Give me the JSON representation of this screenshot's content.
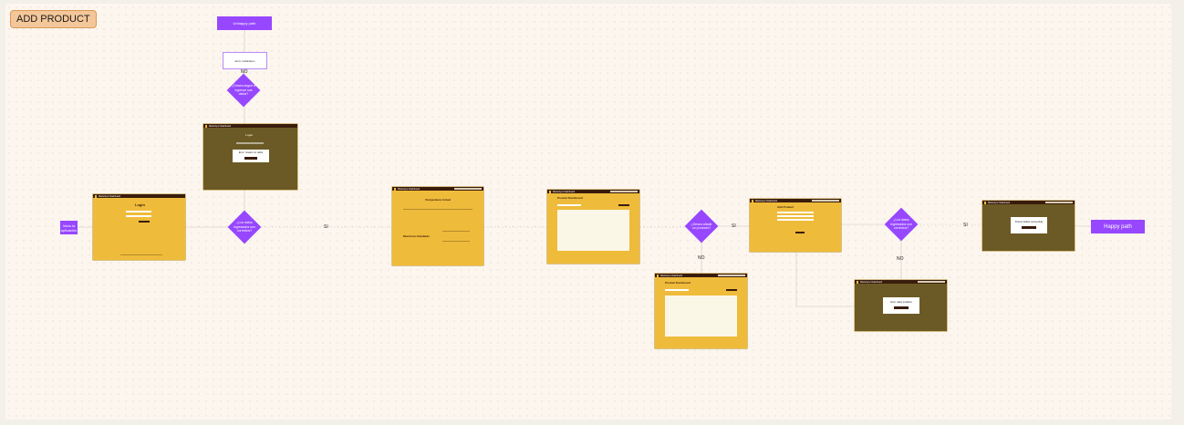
{
  "section": {
    "title": "ADD PRODUCT"
  },
  "nodes": {
    "start_top": "Unhappy path",
    "feedback_box": "Error notification",
    "start_left": "Inicio la aplicación",
    "happy_path": "Happy path"
  },
  "decisions": {
    "d_top": "¿Desea seguir a ingresar sus datos?",
    "d_login": "¿Los datos ingresados son correctos?",
    "d_products": "¿Desea añadir un producto?",
    "d_register": "¿Los datos ingresados son correctos?"
  },
  "edge_labels": {
    "top_no": "NO",
    "login_si": "SI",
    "products_si": "SI",
    "products_no": "NO",
    "register_no": "NO",
    "register_si": "SI"
  },
  "screens": {
    "app_name": "MaizeSync Dashboard",
    "login_heading": "Login",
    "login_error_modal": "Error: Usuario no válido",
    "dashboard_heading": "Temperatura Actual",
    "dashboard_sub": "Monitoreo Detallado",
    "products_heading": "Product Dashboard",
    "add_heading": "Add Product",
    "success_modal": "Product added successfully",
    "error_modal": "Error: datos inválidos"
  }
}
